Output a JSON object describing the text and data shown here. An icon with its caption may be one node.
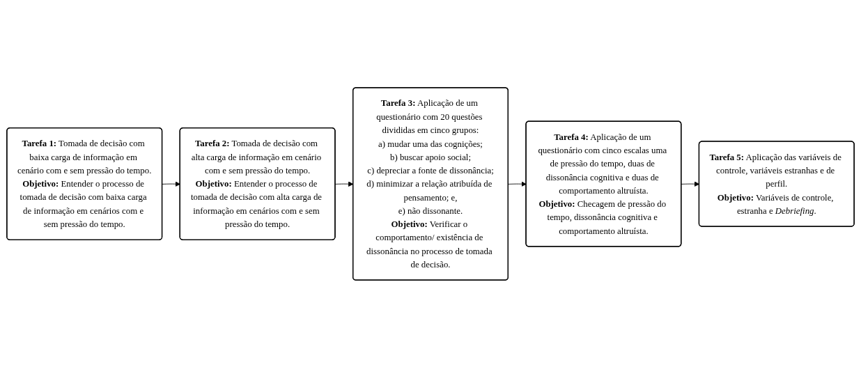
{
  "diagram": {
    "nodes": [
      {
        "text": [
          "**Tarefa 1:** Tomada de decisão com baixa carga de informação em cenário com e sem pressão do tempo.",
          "**Objetivo:** Entender o processo de tomada de decisão com baixa carga de informação em cenários com e sem pressão do tempo."
        ]
      },
      {
        "text": [
          "**Tarefa 2:** Tomada de decisão com alta carga de informação em cenário com e sem pressão do tempo.",
          "**Objetivo:** Entender o processo de tomada de decisão com alta carga de informação em cenários com e sem pressão do tempo."
        ]
      },
      {
        "text": [
          "**Tarefa 3:** Aplicação de um questionário com 20 questões divididas em cinco grupos:",
          "a) mudar uma das cognições;",
          "b) buscar apoio social;",
          "c) depreciar a fonte de dissonância;",
          "d) minimizar a relação atribuída de pensamento; e,",
          "e) não dissonante.",
          "**Objetivo:** Verificar o comportamento/ existência de dissonância no processo de tomada de decisão."
        ]
      },
      {
        "text": [
          "**Tarefa 4:** Aplicação de um questionário com cinco escalas uma de pressão do tempo, duas de dissonância cognitiva e duas de comportamento altruísta.",
          "**Objetivo:** Checagem de pressão do tempo, dissonância cognitiva e comportamento altruísta."
        ]
      },
      {
        "text": [
          "**Tarefa 5:** Aplicação das variáveis de controle, variáveis estranhas e de perfil.",
          "**Objetivo:** Variáveis de controle, estranha e *Debriefing*."
        ]
      }
    ],
    "edges": [
      {
        "from": 0,
        "to": 1,
        "arrow": "to"
      },
      {
        "from": 1,
        "to": 2,
        "arrow": "to"
      },
      {
        "from": 2,
        "to": 3,
        "arrow": "to"
      },
      {
        "from": 3,
        "to": 4,
        "arrow": "to"
      }
    ]
  }
}
